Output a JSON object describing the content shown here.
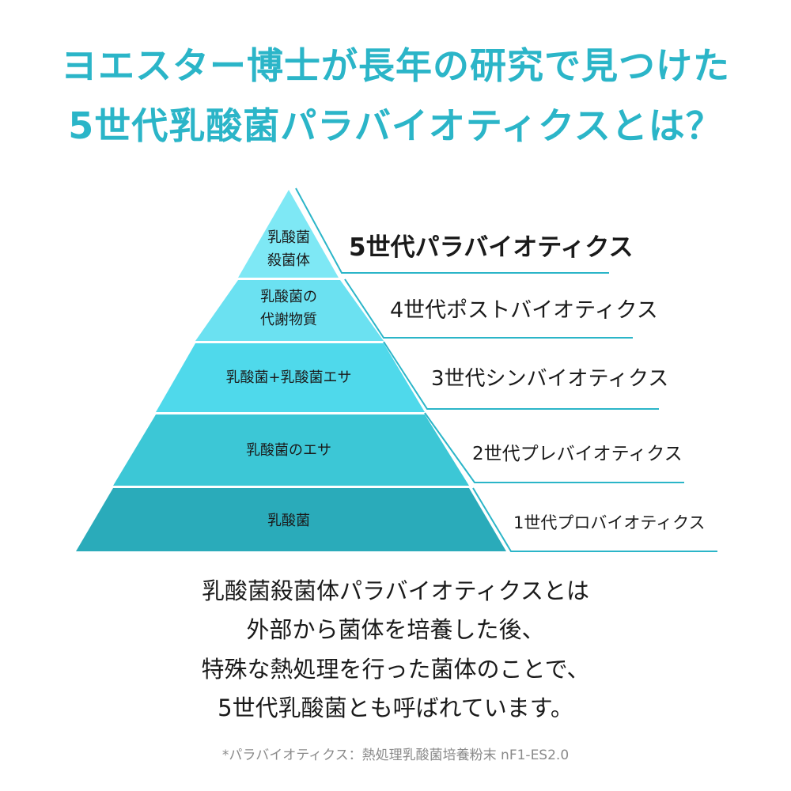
{
  "title": {
    "line1": "ヨエスター博士が長年の研究で見つけた",
    "line2": "5世代乳酸菌パラバイオティクスとは？"
  },
  "colors": {
    "accent": "#2bb5c8",
    "tiers": [
      "#7ee8f5",
      "#6be1f1",
      "#4fd9eb",
      "#3cc7d6",
      "#2aabba"
    ]
  },
  "pyramid": {
    "tiers": [
      {
        "line1": "乳酸菌",
        "line2": "殺菌体"
      },
      {
        "line1": "乳酸菌の",
        "line2": "代謝物質"
      },
      {
        "line1": "乳酸菌+乳酸菌エサ"
      },
      {
        "line1": "乳酸菌のエサ"
      },
      {
        "line1": "乳酸菌"
      }
    ],
    "generations": [
      "5世代パラバイオティクス",
      "4世代ポストバイオティクス",
      "3世代シンバイオティクス",
      "2世代プレバイオティクス",
      "1世代プロバイオティクス"
    ]
  },
  "description": {
    "lines": [
      "乳酸菌殺菌体パラバイオティクスとは",
      "外部から菌体を培養した後、",
      "特殊な熱処理を行った菌体のことで、",
      "5世代乳酸菌とも呼ばれています。"
    ]
  },
  "footnote": "*パラバイオティクス：熱処理乳酸菌培養粉末 nF1-ES2.0"
}
